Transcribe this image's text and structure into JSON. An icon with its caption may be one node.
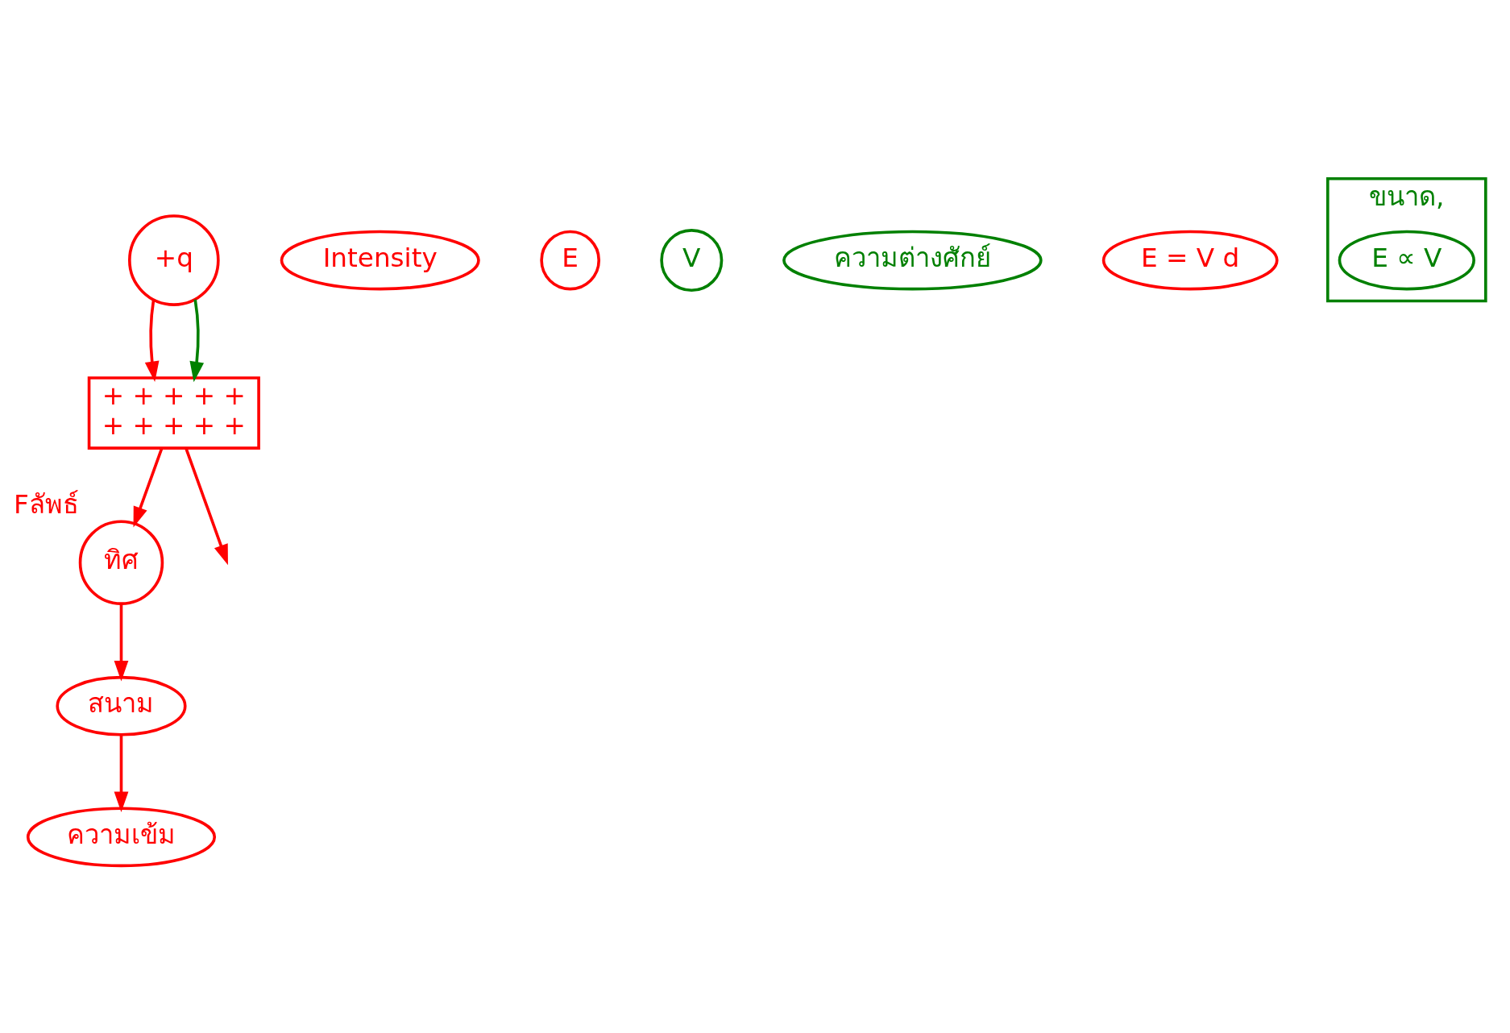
{
  "diagram": {
    "nodes": [
      {
        "text": [
          "สนาม"
        ]
      },
      {
        "text": [
          "ความเข้ม"
        ]
      },
      {
        "text": [
          "Intensity"
        ]
      },
      {
        "text": [
          "ทิศ"
        ],
        "beside": [
          "Fลัพธ์"
        ]
      },
      {
        "text": [
          "E"
        ]
      },
      {
        "text": [
          "+q"
        ]
      },
      {
        "text": [
          "V"
        ]
      },
      {
        "text": [
          "+ + + + +",
          "+ + + + +"
        ]
      },
      {
        "text": [
          "ความต่างศักย์"
        ]
      },
      {
        "text": [
          "E = V d"
        ]
      },
      {
        "text": [
          "ขนาด,"
        ]
      },
      {
        "text": [
          "E ∝ V"
        ],
        "in": 10
      }
    ],
    "edges": [
      {
        "from": 0,
        "to": 1,
        "arrow": "to"
      },
      {
        "from": 3,
        "to": 0,
        "arrow": "to"
      },
      {
        "from": 7,
        "to": 3,
        "arrow": "to"
      },
      {
        "from": 7,
        "to": null,
        "arrow": "to"
      },
      {
        "from": 5,
        "to": 7,
        "arrow": "to"
      },
      {
        "from": 5,
        "to": 7,
        "arrow": "to",
        "color": "#008000"
      }
    ]
  }
}
